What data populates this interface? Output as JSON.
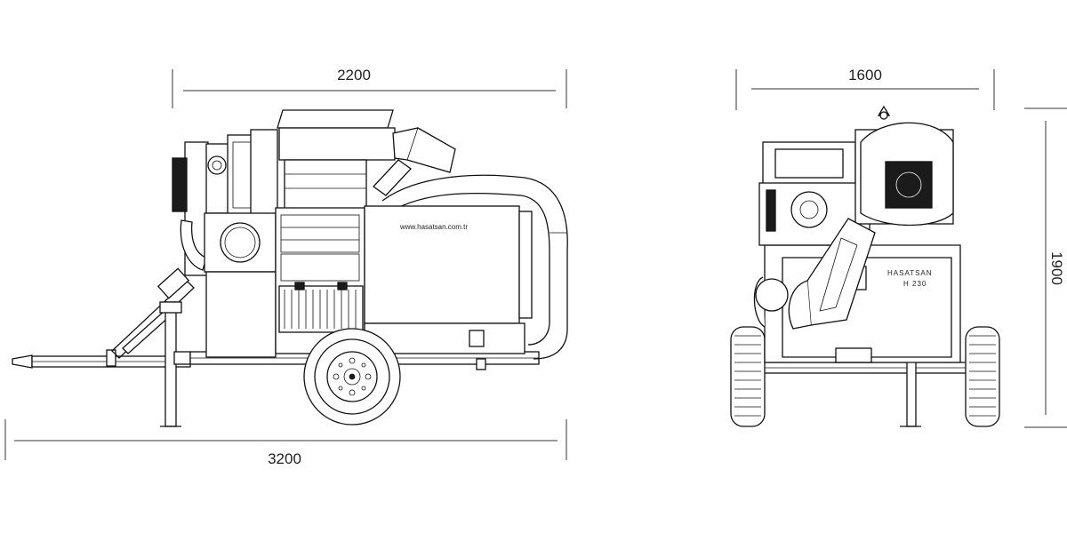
{
  "dimensions": {
    "side_length": "2200",
    "side_total_length": "3200",
    "rear_width": "1600",
    "rear_height": "1900"
  },
  "labels": {
    "website": "www.hasatsan.com.tr",
    "brand": "HASATSAN",
    "model": "H 230"
  }
}
